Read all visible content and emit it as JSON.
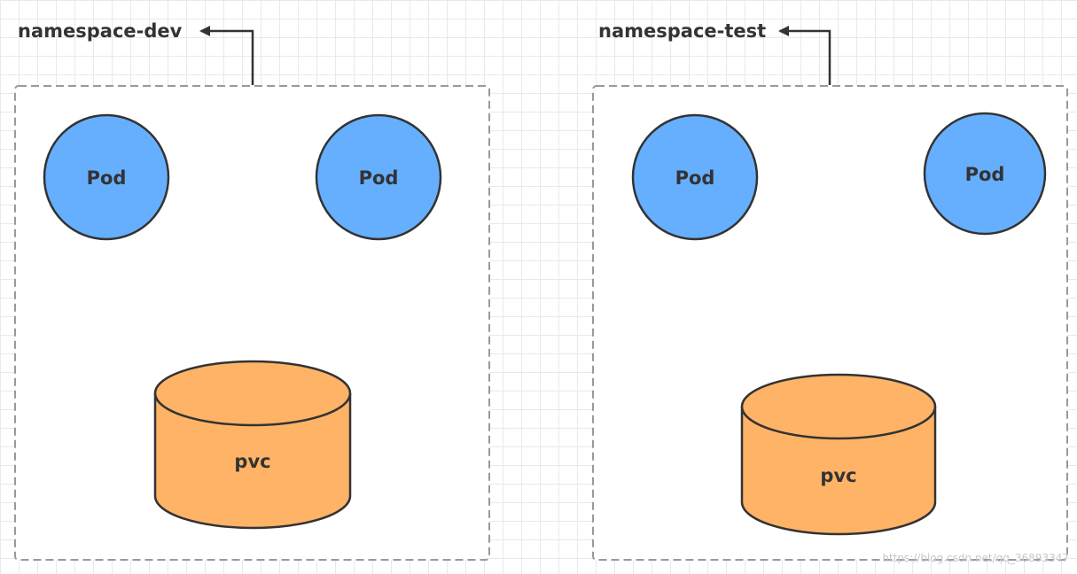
{
  "namespaces": [
    {
      "label": "namespace-dev",
      "pods": [
        "Pod",
        "Pod"
      ],
      "volume": "pvc"
    },
    {
      "label": "namespace-test",
      "pods": [
        "Pod",
        "Pod"
      ],
      "volume": "pvc"
    }
  ],
  "colors": {
    "pod_fill": "#66afff",
    "pvc_fill": "#ffb366",
    "stroke": "#333333",
    "border": "#999999"
  },
  "watermark": "https://blog.csdn.net/qq_36893347"
}
